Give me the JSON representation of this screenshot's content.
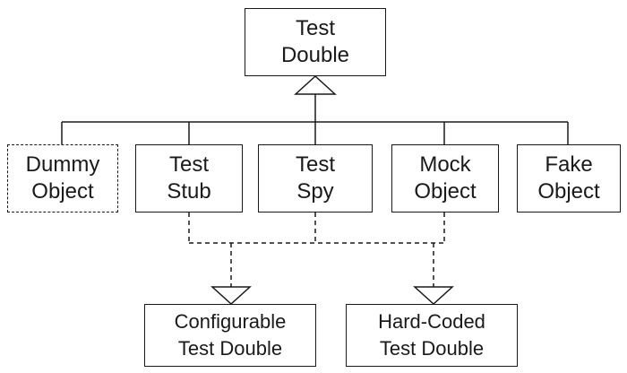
{
  "diagram": {
    "root": {
      "line1": "Test",
      "line2": "Double"
    },
    "children": [
      {
        "line1": "Dummy",
        "line2": "Object"
      },
      {
        "line1": "Test",
        "line2": "Stub"
      },
      {
        "line1": "Test",
        "line2": "Spy"
      },
      {
        "line1": "Mock",
        "line2": "Object"
      },
      {
        "line1": "Fake",
        "line2": "Object"
      }
    ],
    "variants": [
      {
        "line1": "Configurable",
        "line2": "Test Double"
      },
      {
        "line1": "Hard-Coded",
        "line2": "Test Double"
      }
    ]
  }
}
